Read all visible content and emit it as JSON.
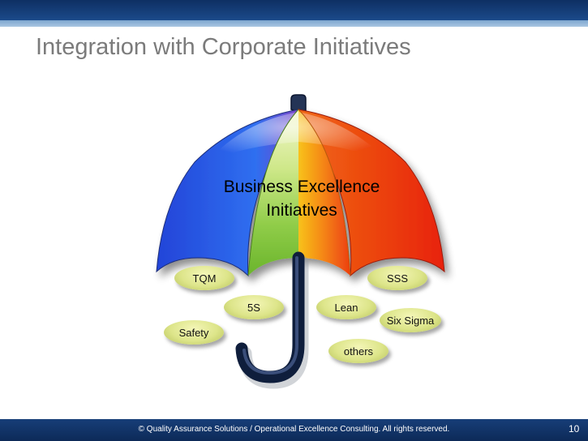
{
  "slide": {
    "title": "Integration with Corporate Initiatives",
    "footer": "© Quality Assurance Solutions / Operational Excellence Consulting.  All rights reserved.",
    "page_number": "10"
  },
  "umbrella": {
    "label_line1": "Business Excellence",
    "label_line2": "Initiatives"
  },
  "initiatives": {
    "tqm": "TQM",
    "sss": "SSS",
    "five_s": "5S",
    "lean": "Lean",
    "six_sigma": "Six Sigma",
    "safety": "Safety",
    "others": "others"
  },
  "colors": {
    "header": "#0e2f63",
    "canopy_blue": "#1f4fcf",
    "canopy_green": "#7bc53a",
    "canopy_orange": "#f07a1a",
    "canopy_red": "#e82a10",
    "handle": "#1a2a4a",
    "pill": "#dde58a"
  }
}
